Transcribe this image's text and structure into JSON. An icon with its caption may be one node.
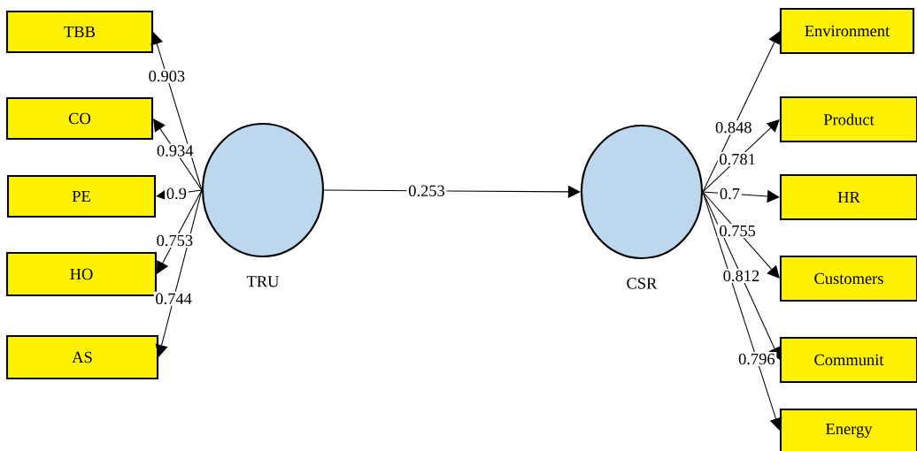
{
  "diagram": {
    "nodes": [
      {
        "text": [
          "TBB"
        ]
      },
      {
        "text": [
          "CO"
        ]
      },
      {
        "text": [
          "PE"
        ]
      },
      {
        "text": [
          "HO"
        ]
      },
      {
        "text": [
          "AS"
        ]
      },
      {
        "text": [],
        "shape": "circle",
        "beside": [
          "TRU"
        ]
      },
      {
        "text": [],
        "shape": "circle",
        "beside": [
          "CSR"
        ]
      },
      {
        "text": [
          "Environment"
        ]
      },
      {
        "text": [
          "Product"
        ]
      },
      {
        "text": [
          "HR"
        ]
      },
      {
        "text": [
          "Customers"
        ]
      },
      {
        "text": [
          "Communit"
        ]
      },
      {
        "text": [
          "Energy"
        ]
      }
    ],
    "edges": [
      {
        "from": 5,
        "to": 0,
        "arrow": "to",
        "label": "0.903"
      },
      {
        "from": 5,
        "to": 1,
        "arrow": "to",
        "label": "0.934"
      },
      {
        "from": 5,
        "to": 2,
        "arrow": "to",
        "label": "0.9"
      },
      {
        "from": 5,
        "to": 3,
        "arrow": "to",
        "label": "0.753"
      },
      {
        "from": 5,
        "to": 4,
        "arrow": "to",
        "label": "0.744"
      },
      {
        "from": 5,
        "to": 6,
        "arrow": "to",
        "label": "0.253"
      },
      {
        "from": 6,
        "to": 7,
        "arrow": "to",
        "label": "0.848"
      },
      {
        "from": 6,
        "to": 8,
        "arrow": "to",
        "label": "0.781"
      },
      {
        "from": 6,
        "to": 9,
        "arrow": "to",
        "label": "0.7"
      },
      {
        "from": 6,
        "to": 10,
        "arrow": "to",
        "label": "0.755"
      },
      {
        "from": 6,
        "to": 11,
        "arrow": "to",
        "label": "0.812"
      },
      {
        "from": 6,
        "to": 12,
        "arrow": "to",
        "label": "0.796"
      }
    ]
  }
}
